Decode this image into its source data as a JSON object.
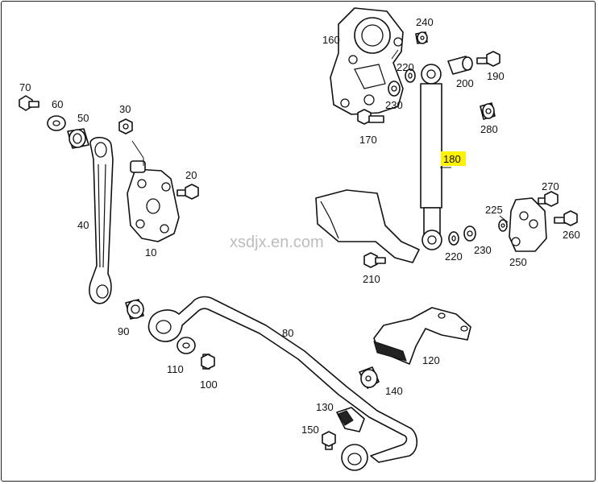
{
  "watermark": "xsdjx.en.com",
  "highlight_color": "#fff200",
  "callouts": {
    "c10": "10",
    "c20": "20",
    "c30": "30",
    "c40": "40",
    "c50": "50",
    "c60": "60",
    "c70": "70",
    "c80": "80",
    "c90": "90",
    "c100": "100",
    "c110": "110",
    "c120": "120",
    "c130": "130",
    "c140": "140",
    "c150": "150",
    "c160": "160",
    "c170": "170",
    "c180": "180",
    "c190": "190",
    "c200": "200",
    "c210": "210",
    "c220a": "220",
    "c220b": "220",
    "c225": "225",
    "c230a": "230",
    "c230b": "230",
    "c240": "240",
    "c250": "250",
    "c260": "260",
    "c270": "270",
    "c280": "280"
  }
}
